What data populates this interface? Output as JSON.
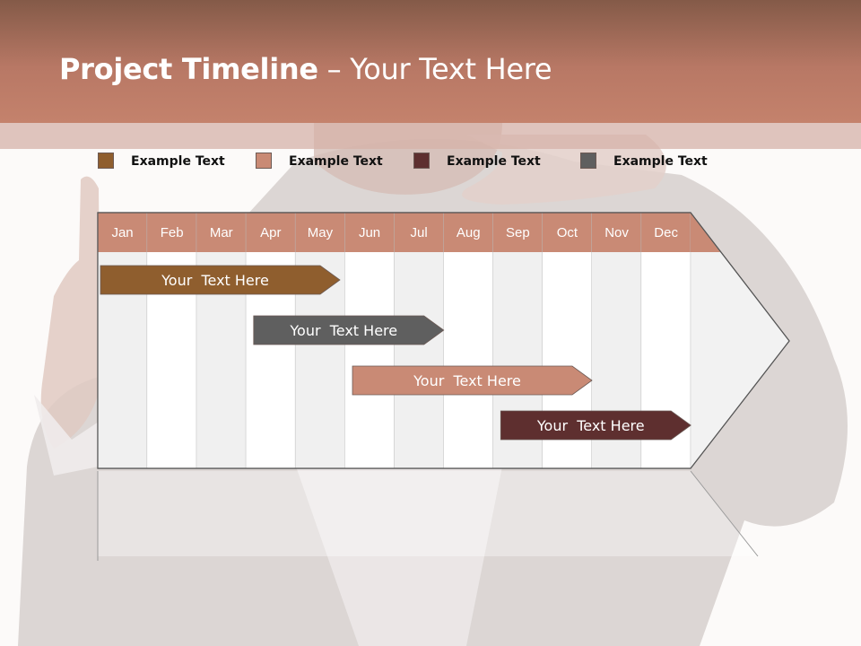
{
  "slide": {
    "title_bold": "Project Timeline",
    "title_rest": " – Your Text Here"
  },
  "colors": {
    "title_bar": "#b87865",
    "month_header": "#c98a75",
    "brown": "#8f5e2e",
    "salmon": "#c98a75",
    "maroon": "#5e2f2f",
    "gray": "#5f5f5f"
  },
  "legend": [
    {
      "label": "Example Text",
      "color": "#8f5e2e"
    },
    {
      "label": "Example Text",
      "color": "#c98a75"
    },
    {
      "label": "Example Text",
      "color": "#5e2f2f"
    },
    {
      "label": "Example Text",
      "color": "#5f5f5f"
    }
  ],
  "timeline": {
    "months": [
      "Jan",
      "Feb",
      "Mar",
      "Apr",
      "May",
      "Jun",
      "Jul",
      "Aug",
      "Sep",
      "Oct",
      "Nov",
      "Dec"
    ],
    "bars": [
      {
        "label": "Your  Text Here",
        "start_month": 1.0,
        "end_month": 4.9,
        "color": "#8f5e2e"
      },
      {
        "label": "Your  Text Here",
        "start_month": 4.1,
        "end_month": 7.0,
        "color": "#5f5f5f"
      },
      {
        "label": "Your  Text Here",
        "start_month": 6.1,
        "end_month": 10.0,
        "color": "#c98a75"
      },
      {
        "label": "Your  Text Here",
        "start_month": 9.1,
        "end_month": 12.0,
        "color": "#5e2f2f"
      }
    ]
  }
}
